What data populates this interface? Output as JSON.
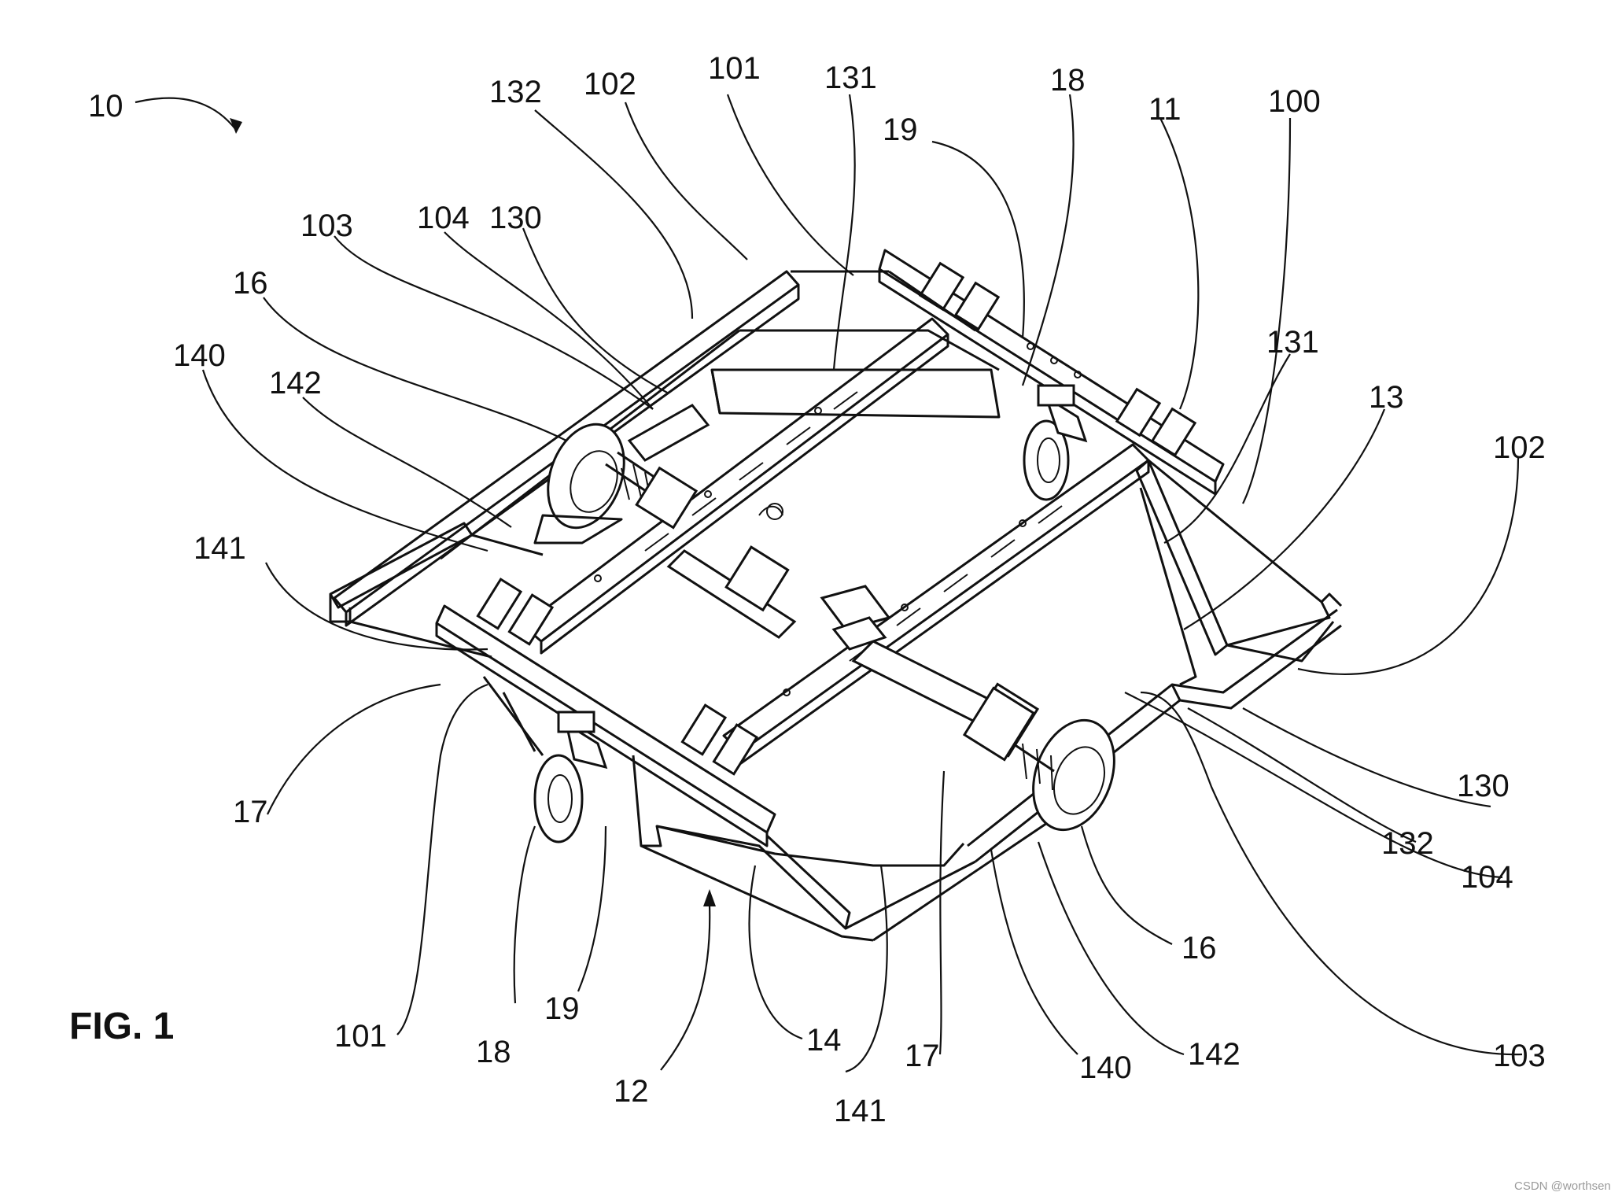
{
  "figure_label": "FIG. 1",
  "watermark": "CSDN @worthsen",
  "reference_numerals": {
    "n10": "10",
    "n132_top": "132",
    "n102_top": "102",
    "n101_top": "101",
    "n131_top": "131",
    "n18_top": "18",
    "n11": "11",
    "n100": "100",
    "n19_top": "19",
    "n103_left": "103",
    "n104_left": "104",
    "n130_left": "130",
    "n16_left": "16",
    "n140_left": "140",
    "n142_left": "142",
    "n131_right": "131",
    "n13": "13",
    "n102_right": "102",
    "n141_left": "141",
    "n17_left": "17",
    "n130_right": "130",
    "n132_right": "132",
    "n104_right": "104",
    "n16_right": "16",
    "n103_right": "103",
    "n142_bottom": "142",
    "n140_bottom": "140",
    "n17_bottom": "17",
    "n141_bottom": "141",
    "n14": "14",
    "n12": "12",
    "n19_bottom": "19",
    "n18_bottom": "18",
    "n101_bottom": "101"
  }
}
